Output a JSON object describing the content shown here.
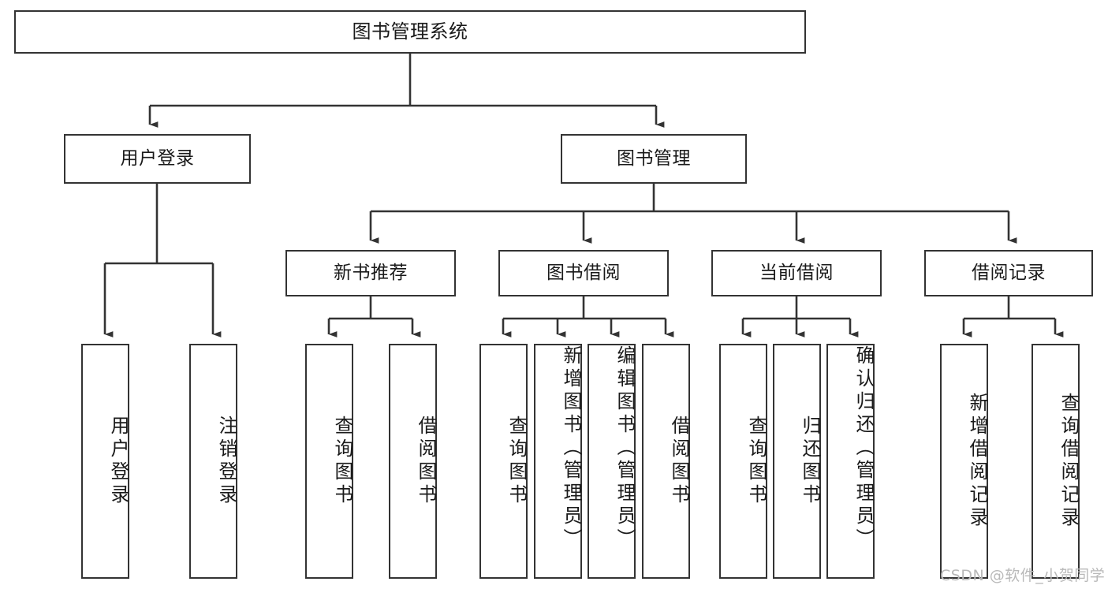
{
  "diagram": {
    "title": "图书管理系统",
    "type": "tree-hierarchy-chart",
    "root": {
      "label": "图书管理系统"
    },
    "level2": [
      {
        "label": "用户登录"
      },
      {
        "label": "图书管理"
      }
    ],
    "level3": [
      {
        "label": "新书推荐"
      },
      {
        "label": "图书借阅"
      },
      {
        "label": "当前借阅"
      },
      {
        "label": "借阅记录"
      }
    ],
    "leaves": {
      "user_login": [
        {
          "label": "用户登录"
        },
        {
          "label": "注销登录"
        }
      ],
      "new_book_recommend": [
        {
          "label": "查询图书"
        },
        {
          "label": "借阅图书"
        }
      ],
      "book_borrow": [
        {
          "label": "查询图书"
        },
        {
          "label": "新增图书（管理员）"
        },
        {
          "label": "编辑图书（管理员）"
        },
        {
          "label": "借阅图书"
        }
      ],
      "current_borrow": [
        {
          "label": "查询图书"
        },
        {
          "label": "归还图书"
        },
        {
          "label": "确认归还（管理员）"
        }
      ],
      "borrow_record": [
        {
          "label": "新增借阅记录"
        },
        {
          "label": "查询借阅记录"
        }
      ]
    },
    "watermark": "CSDN @软件_小贺同学",
    "colors": {
      "stroke": "#333333",
      "fill": "#ffffff",
      "text": "#1a1a1a",
      "watermark": "#b9b9b9"
    }
  }
}
